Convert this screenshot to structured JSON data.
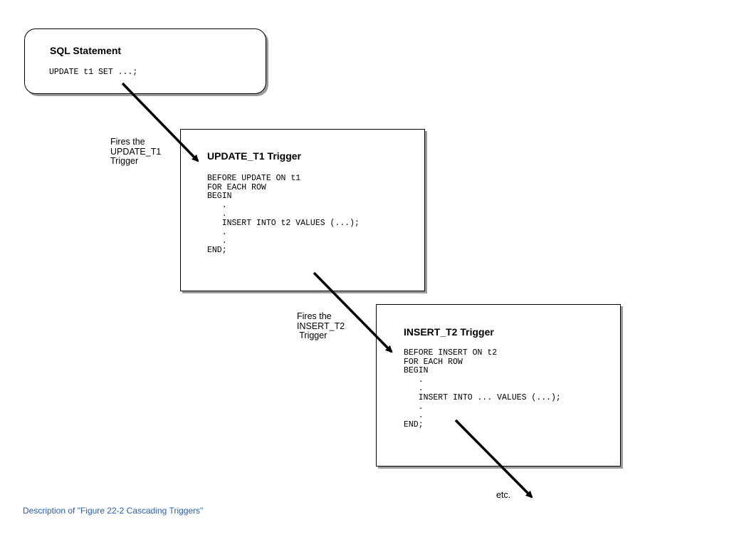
{
  "sql_box": {
    "title": "SQL Statement",
    "code": "UPDATE t1 SET ...;"
  },
  "update_box": {
    "title": "UPDATE_T1 Trigger",
    "code": "BEFORE UPDATE ON t1\nFOR EACH ROW\nBEGIN\n   .\n   .\n   INSERT INTO t2 VALUES (...);\n   .\n   .\nEND;"
  },
  "insert_box": {
    "title": "INSERT_T2 Trigger",
    "code": "BEFORE INSERT ON t2\nFOR EACH ROW\nBEGIN\n   .\n   .\n   INSERT INTO ... VALUES (...);\n   .\n   .\nEND;"
  },
  "labels": {
    "fires_update": "Fires the\nUPDATE_T1\nTrigger",
    "fires_insert": "Fires the\nINSERT_T2\n Trigger",
    "etc": "etc."
  },
  "caption": {
    "text": "Description of \"Figure 22-2 Cascading Triggers\"",
    "color": "#2a5db0"
  }
}
